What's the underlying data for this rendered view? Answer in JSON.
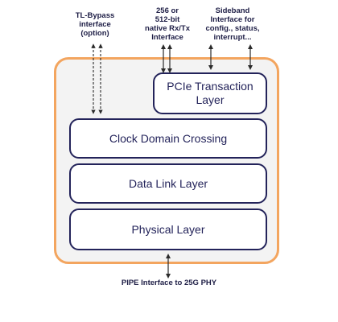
{
  "labels": {
    "tl_bypass": "TL-Bypass\ninterface\n(option)",
    "native": "256 or\n512-bit\nnative Rx/Tx\nInterface",
    "sideband": "Sideband\nInterface for\nconfig., status,\ninterrupt...",
    "pipe": "PIPE Interface to 25G PHY"
  },
  "blocks": {
    "pcie": "PCIe Transaction\nLayer",
    "clock": "Clock Domain Crossing",
    "dll": "Data Link Layer",
    "phy": "Physical Layer"
  },
  "colors": {
    "outer_border": "#f3a55f",
    "outer_fill": "#f3f3f3",
    "block_border": "#23235a",
    "text": "#1e1e46"
  }
}
